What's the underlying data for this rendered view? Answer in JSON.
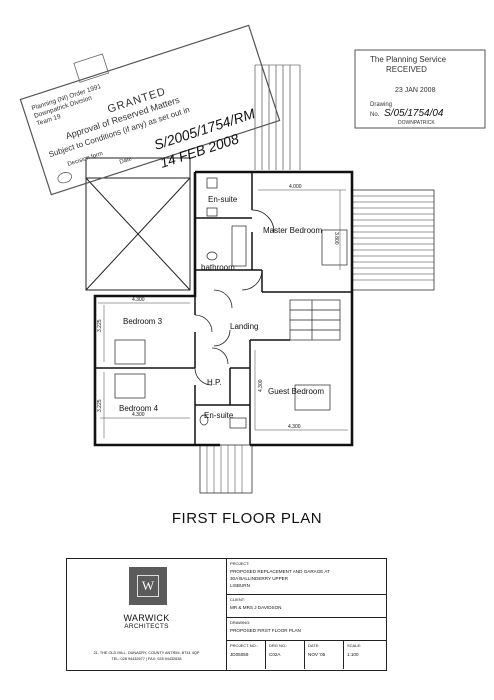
{
  "drawing": {
    "title": "FIRST FLOOR PLAN"
  },
  "rooms": {
    "ensuite_top": "En-suite",
    "master_bedroom": "Master Bedroom",
    "bathroom": "bathroom",
    "bedroom3": "Bedroom 3",
    "landing": "Landing",
    "hp": "H.P.",
    "guest_bedroom": "Guest Bedroom",
    "bedroom4": "Bedroom 4",
    "ensuite_bottom": "En-suite"
  },
  "dimensions": {
    "master_width": "4.000",
    "master_depth": "3.800",
    "bed3_width": "4.300",
    "bed3_depth": "3.225",
    "bed4_depth": "3.225",
    "bed4_width": "4.300",
    "guest_depth": "4.300",
    "guest_width": "4.300"
  },
  "stamps": {
    "planning": {
      "line1": "Planning (NI) Order 1991",
      "line2": "Downpatrick Division",
      "line3": "Team 19",
      "granted": "GRANTED",
      "approval": "Approval of Reserved Matters",
      "conditions": "Subject to Conditions (if any) as set out in",
      "decision_label": "Decision form",
      "handwritten_ref": "S/2005/1754/RM",
      "date_label": "Date",
      "handwritten_date": "14 FEB 2008"
    },
    "received": {
      "line1": "The Planning Service",
      "line2": "RECEIVED",
      "date": "23 JAN 2008",
      "drawing_label": "Drawing",
      "no_label": "No.",
      "handwritten_no": "S/05/1754/04",
      "office": "DOWNPATRICK"
    }
  },
  "title_block": {
    "logo_letter": "W",
    "firm_name": "WARWICK",
    "firm_sub": "ARCHITECTS",
    "address1": "21, THE OLD MILL, DUNADRY, COUNTY ANTRIM, BT41 4QP",
    "address2": "TEL: 028 94432677 | FAX: 028 94432638",
    "project_label": "PROJECT:",
    "project_line1": "PROPOSED REPLACEMENT AND GARAGE AT",
    "project_line2": "30A BALLINDERRY UPPER",
    "project_line3": "LISBURN",
    "client_label": "CLIENT:",
    "client": "MR & MRS J DAVIDSON",
    "drawing_label": "DRAWING:",
    "drawing": "PROPOSED FIRST FLOOR PLAN",
    "project_no_label": "PROJECT NO.:",
    "project_no": "JD05059",
    "drg_no_label": "DRG NO.:",
    "drg_no": "C02A",
    "date_label": "DATE:",
    "date": "NOV '05",
    "scale_label": "SCALE:",
    "scale": "1:100"
  }
}
